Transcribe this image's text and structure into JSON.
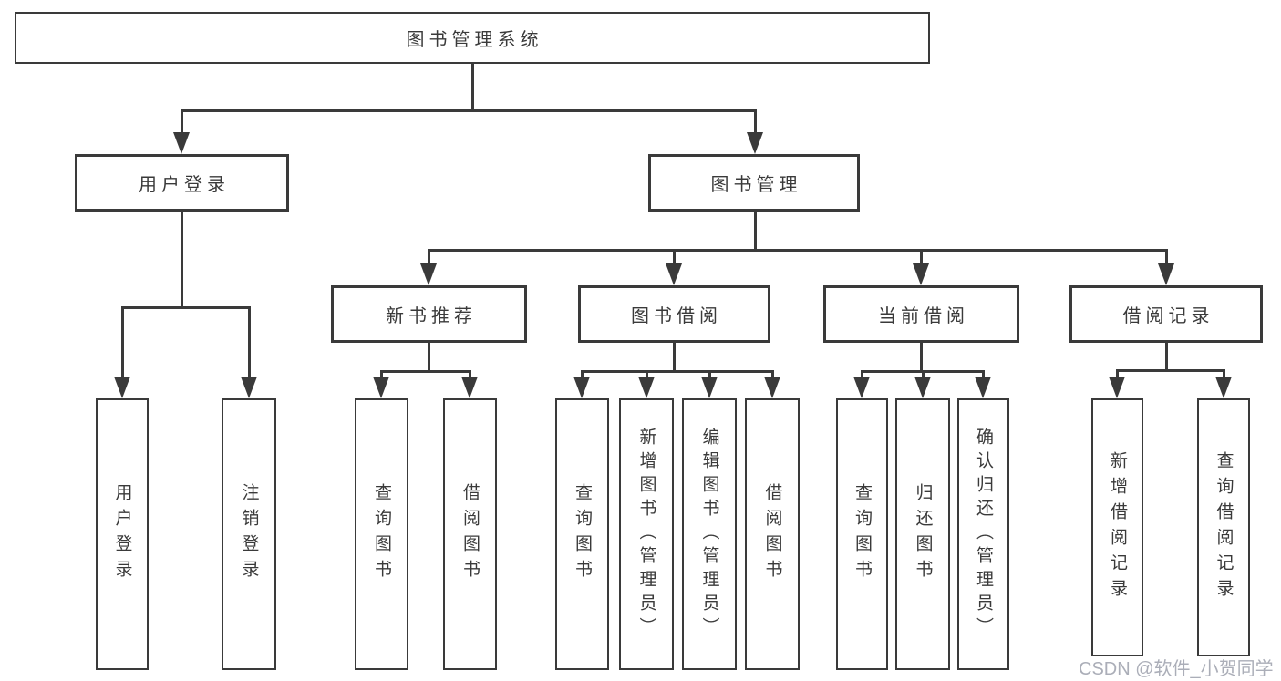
{
  "tree": {
    "label": "图书管理系统",
    "children": [
      {
        "label": "用户登录",
        "children": [
          {
            "label": "用户登录"
          },
          {
            "label": "注销登录"
          }
        ]
      },
      {
        "label": "图书管理",
        "children": [
          {
            "label": "新书推荐",
            "children": [
              {
                "label": "查询图书"
              },
              {
                "label": "借阅图书"
              }
            ]
          },
          {
            "label": "图书借阅",
            "children": [
              {
                "label": "查询图书"
              },
              {
                "label": "新增图书（管理员）"
              },
              {
                "label": "编辑图书（管理员）"
              },
              {
                "label": "借阅图书"
              }
            ]
          },
          {
            "label": "当前借阅",
            "children": [
              {
                "label": "查询图书"
              },
              {
                "label": "归还图书"
              },
              {
                "label": "确认归还（管理员）"
              }
            ]
          },
          {
            "label": "借阅记录",
            "children": [
              {
                "label": "新增借阅记录"
              },
              {
                "label": "查询借阅记录"
              }
            ]
          }
        ]
      }
    ]
  },
  "watermark": {
    "text": "CSDN @软件_小贺同学"
  },
  "colors": {
    "line": "#3a3a3a",
    "text": "#3a3a3a",
    "watermark": "#abaeb8",
    "background": "#ffffff"
  }
}
